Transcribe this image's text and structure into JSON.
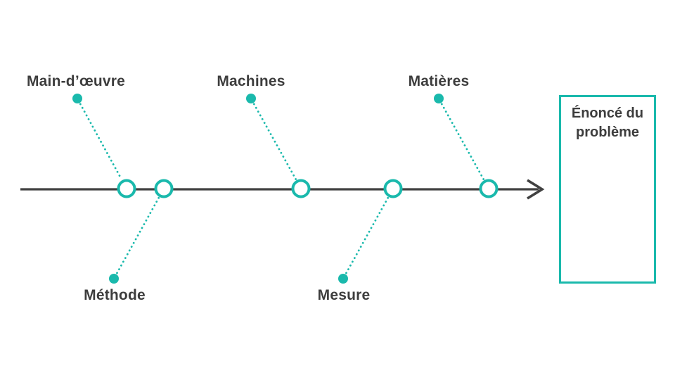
{
  "colors": {
    "accent": "#1ab9ac",
    "spine": "#414141",
    "text": "#3d3d3d",
    "background": "#ffffff",
    "node_fill": "#ffffff"
  },
  "diagram": {
    "type": "fishbone",
    "causes_top": [
      {
        "label": "Main-d’œuvre"
      },
      {
        "label": "Machines"
      },
      {
        "label": "Matières"
      }
    ],
    "causes_bottom": [
      {
        "label": "Méthode"
      },
      {
        "label": "Mesure"
      }
    ],
    "problem_box": {
      "label": "Énoncé du problème"
    }
  }
}
